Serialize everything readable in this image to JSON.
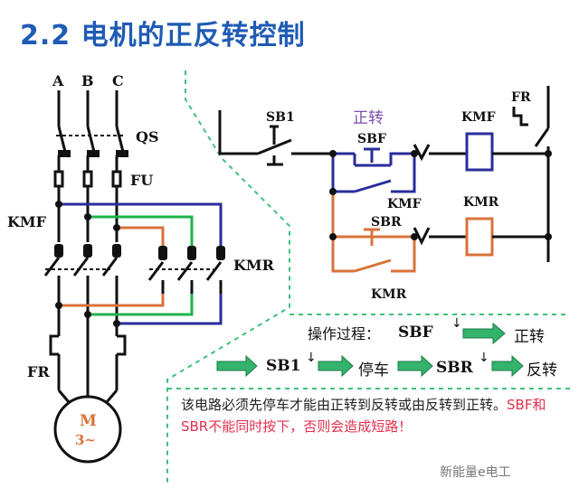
{
  "title": "2.2 电机的正反转控制",
  "labels": {
    "phase_a": "A",
    "phase_b": "B",
    "phase_c": "C",
    "qs": "QS",
    "fu": "FU",
    "kmf_main": "KMF",
    "kmr_main": "KMR",
    "fr_main": "FR",
    "motor_m": "M",
    "motor_phase": "3~",
    "sb1": "SB1",
    "forward_cn": "正转",
    "sbf": "SBF",
    "kmf_contact": "KMF",
    "kmf_coil": "KMF",
    "fr_ctrl": "FR",
    "sbr": "SBR",
    "kmr_coil": "KMR",
    "kmr_contact": "KMR"
  },
  "process": {
    "caption": "操作过程：",
    "sbf": "SBF",
    "forward": "正转",
    "sb1": "SB1",
    "stop": "停车",
    "sbr": "SBR",
    "reverse": "反转"
  },
  "note": {
    "text": "该电路必须先停车才能由正转到反转或由反转到正转。",
    "warning": "SBF和SBR不能同时按下，否则会造成短路！"
  },
  "watermark": "新能量e电工",
  "colors": {
    "title": "#1f5bb5",
    "blue": "#2a2d9a",
    "green": "#1db34a",
    "orange": "#d9723a",
    "purple": "#7a4fb0",
    "red": "#e2304d"
  }
}
